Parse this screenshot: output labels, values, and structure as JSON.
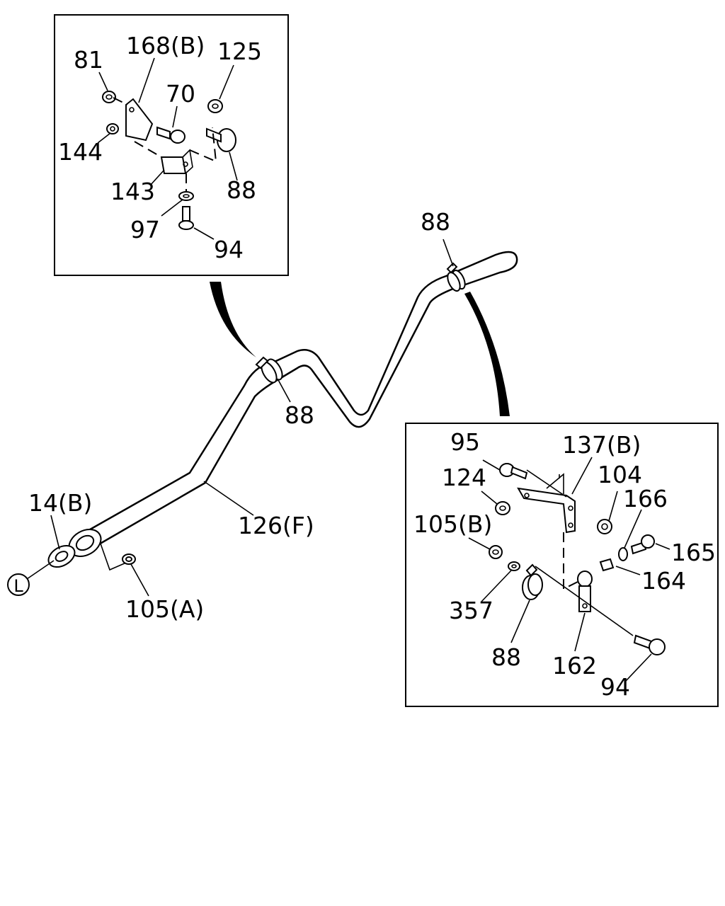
{
  "labels": {
    "p168b": "168(B)",
    "p125": "125",
    "p81": "81",
    "p70": "70",
    "p144": "144",
    "p143": "143",
    "p88_inset1": "88",
    "p97": "97",
    "p94_inset1": "94",
    "p88_top": "88",
    "p88_mid": "88",
    "p14b": "14(B)",
    "p126f": "126(F)",
    "p105a": "105(A)",
    "l_marker": "L",
    "p95": "95",
    "p137b": "137(B)",
    "p124": "124",
    "p104": "104",
    "p166": "166",
    "p105b": "105(B)",
    "p165": "165",
    "p164": "164",
    "p357": "357",
    "p88_inset2": "88",
    "p162": "162",
    "p94_inset2": "94"
  },
  "colors": {
    "ink": "#000000",
    "paper": "#ffffff"
  }
}
